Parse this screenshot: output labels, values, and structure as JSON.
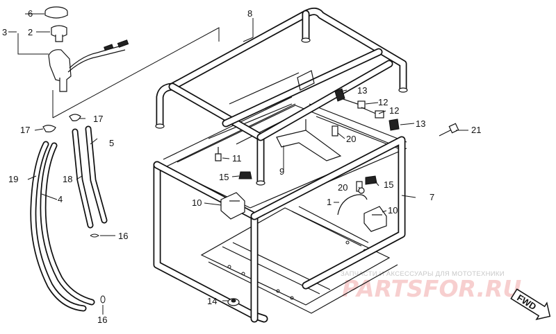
{
  "callouts": [
    "1",
    "2",
    "3",
    "4",
    "5",
    "6",
    "7",
    "8",
    "9",
    "10",
    "11",
    "12",
    "13",
    "14",
    "15",
    "16",
    "17",
    "18",
    "19",
    "20",
    "21"
  ],
  "labels": {
    "l1": "1",
    "l2": "2",
    "l3": "3",
    "l4": "4",
    "l5": "5",
    "l6": "6",
    "l7": "7",
    "l8": "8",
    "l9": "9",
    "l10a": "10",
    "l10b": "10",
    "l11": "11",
    "l12a": "12",
    "l12b": "12",
    "l13a": "13",
    "l13b": "13",
    "l14": "14",
    "l15a": "15",
    "l15b": "15",
    "l16a": "16",
    "l16b": "16",
    "l17a": "17",
    "l17b": "17",
    "l18": "18",
    "l19": "19",
    "l20a": "20",
    "l20b": "20",
    "l21": "21"
  },
  "watermark": {
    "caption": "ЗАПЧАСТИ И АКСЕССУАРЫ ДЛЯ МОТОТЕХНИКИ",
    "brand": "PARTSFOR.RU"
  },
  "direction_marker": "FWD",
  "colors": {
    "line": "#111111",
    "watermark_caption": "#c8c8c8",
    "watermark_brand": "#f7cfcf"
  }
}
